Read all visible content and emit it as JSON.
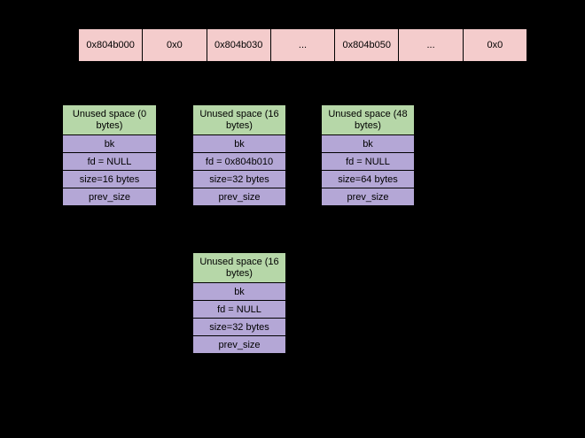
{
  "memory_row": {
    "cells": [
      {
        "label": "0x804b000"
      },
      {
        "label": "0x0"
      },
      {
        "label": "0x804b030"
      },
      {
        "label": "..."
      },
      {
        "label": "0x804b050"
      },
      {
        "label": "..."
      },
      {
        "label": "0x0"
      }
    ]
  },
  "chunks": [
    {
      "header": "Unused space (0 bytes)",
      "rows": [
        "bk",
        "fd = NULL",
        "size=16 bytes",
        "prev_size"
      ]
    },
    {
      "header": "Unused space (16 bytes)",
      "rows": [
        "bk",
        "fd = 0x804b010",
        "size=32 bytes",
        "prev_size"
      ]
    },
    {
      "header": "Unused space (48 bytes)",
      "rows": [
        "bk",
        "fd = NULL",
        "size=64 bytes",
        "prev_size"
      ]
    },
    {
      "header": "Unused space (16 bytes)",
      "rows": [
        "bk",
        "fd = NULL",
        "size=32 bytes",
        "prev_size"
      ]
    }
  ],
  "colors": {
    "background": "#000000",
    "memory_cell_fill": "#f4cccc",
    "unused_space_fill": "#b6d7a8",
    "field_row_fill": "#b4a7d6",
    "border": "#000000",
    "text": "#000000"
  }
}
